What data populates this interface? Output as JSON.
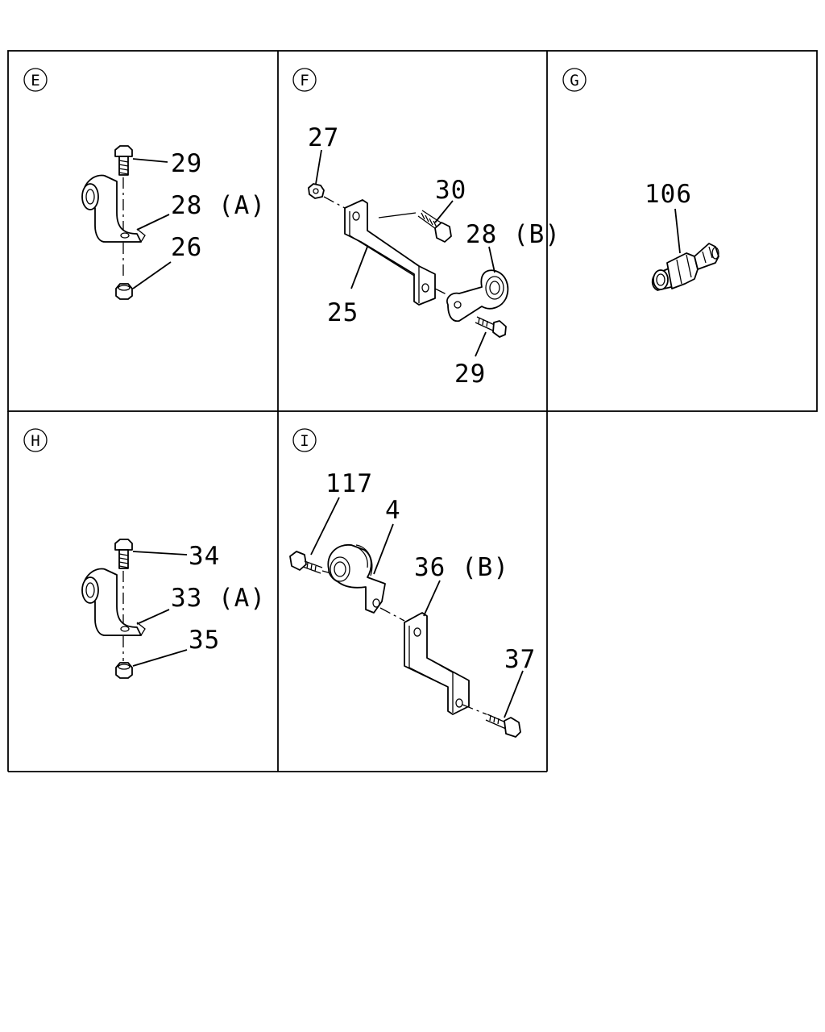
{
  "panels": [
    {
      "id": "E",
      "callouts": [
        "29",
        "28 (A)",
        "26"
      ]
    },
    {
      "id": "F",
      "callouts": [
        "27",
        "30",
        "28 (B)",
        "25",
        "29"
      ]
    },
    {
      "id": "G",
      "callouts": [
        "106"
      ]
    },
    {
      "id": "H",
      "callouts": [
        "34",
        "33 (A)",
        "35"
      ]
    },
    {
      "id": "I",
      "callouts": [
        "117",
        "4",
        "36 (B)",
        "37"
      ]
    }
  ]
}
